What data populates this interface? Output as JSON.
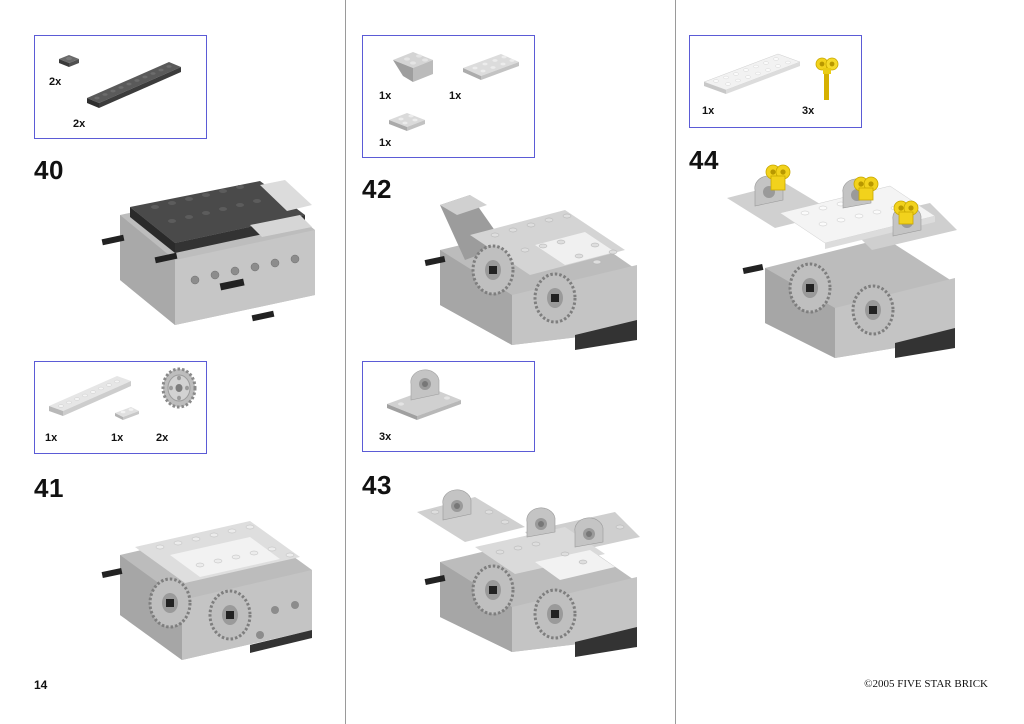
{
  "page_number": "14",
  "copyright": "©2005 FIVE STAR BRICK",
  "steps": [
    {
      "number": "40",
      "parts": [
        {
          "qty": "2x",
          "part": "plate-1x1-dark"
        },
        {
          "qty": "2x",
          "part": "plate-1x10-dark"
        }
      ]
    },
    {
      "number": "41",
      "parts": [
        {
          "qty": "1x",
          "part": "plate-1x8-light"
        },
        {
          "qty": "1x",
          "part": "plate-1x2-light"
        },
        {
          "qty": "2x",
          "part": "gear-24-tooth"
        }
      ]
    },
    {
      "number": "42",
      "parts": [
        {
          "qty": "1x",
          "part": "slope-inverted"
        },
        {
          "qty": "1x",
          "part": "plate-2x4-light"
        },
        {
          "qty": "1x",
          "part": "plate-2x2-light"
        }
      ]
    },
    {
      "number": "43",
      "parts": [
        {
          "qty": "3x",
          "part": "plate-with-round-bearing"
        }
      ]
    },
    {
      "number": "44",
      "parts": [
        {
          "qty": "1x",
          "part": "plate-2x8-white"
        },
        {
          "qty": "3x",
          "part": "technic-axle-connector-yellow"
        }
      ]
    }
  ],
  "colors": {
    "box_border": "#5b5bd6",
    "light_gray": "#c8c8c8",
    "dark_gray": "#4a4a4a",
    "yellow": "#f0d010"
  }
}
